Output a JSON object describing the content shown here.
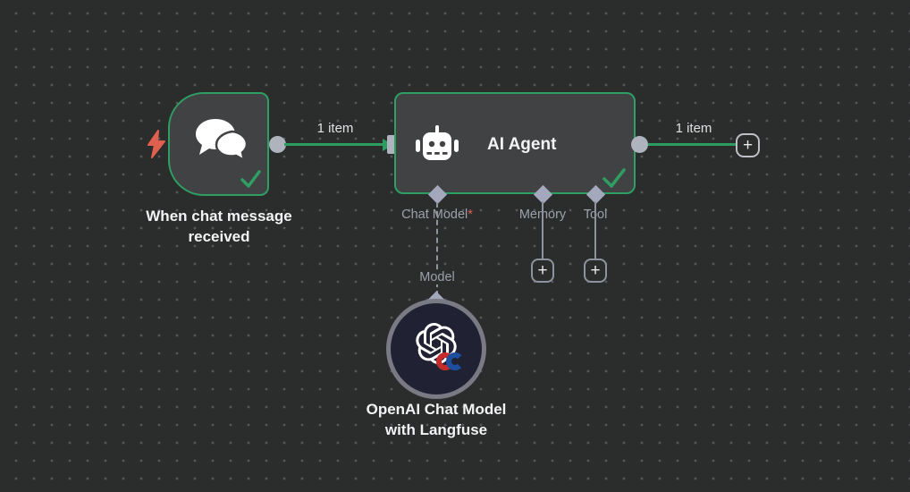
{
  "workflow": {
    "trigger": {
      "name": "When chat message received"
    },
    "agent": {
      "title": "AI Agent",
      "ports": [
        {
          "label": "Chat Model",
          "required_marker": "*"
        },
        {
          "label": "Memory",
          "required_marker": ""
        },
        {
          "label": "Tool",
          "required_marker": ""
        }
      ]
    },
    "model_node": {
      "name_line1": "OpenAI Chat Model",
      "name_line2": "with Langfuse",
      "connection_label": "Model"
    },
    "connections": {
      "trigger_to_agent_label": "1 item",
      "agent_output_label": "1 item"
    },
    "ui": {
      "plus": "+"
    },
    "colors": {
      "canvas_bg": "#2b2c2c",
      "node_bg": "#414244",
      "success_green": "#2f9e63",
      "wire_green": "#2d9c61",
      "connector_gray": "#aeb3bd",
      "trigger_accent": "#e0604f",
      "model_node_bg": "#212134"
    }
  }
}
